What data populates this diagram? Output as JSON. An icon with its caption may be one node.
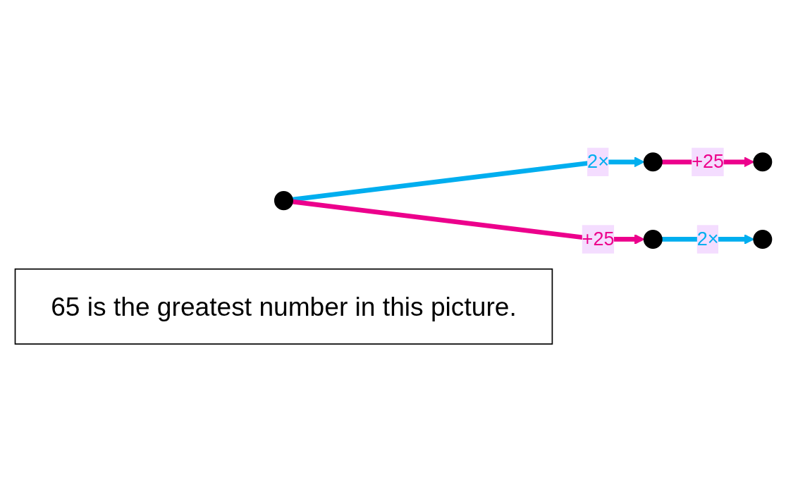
{
  "diagram": {
    "nodes": [
      {
        "text": [],
        "shape": "circle"
      },
      {
        "text": [],
        "shape": "circle"
      },
      {
        "text": [],
        "shape": "circle"
      },
      {
        "text": [
          "65 is the greatest number in this picture."
        ]
      },
      {
        "text": [],
        "shape": "circle"
      },
      {
        "text": [],
        "shape": "circle"
      }
    ],
    "edges": [
      {
        "from": 0,
        "to": 1,
        "arrow": "to",
        "label": "2×",
        "color": "#00aeef"
      },
      {
        "from": 1,
        "to": 2,
        "arrow": "to",
        "label": "+25",
        "color": "#ec008c"
      },
      {
        "from": 0,
        "to": 4,
        "arrow": "to",
        "label": "+25",
        "color": "#ec008c"
      },
      {
        "from": 4,
        "to": 5,
        "arrow": "to",
        "label": "2×",
        "color": "#00aeef"
      }
    ]
  }
}
